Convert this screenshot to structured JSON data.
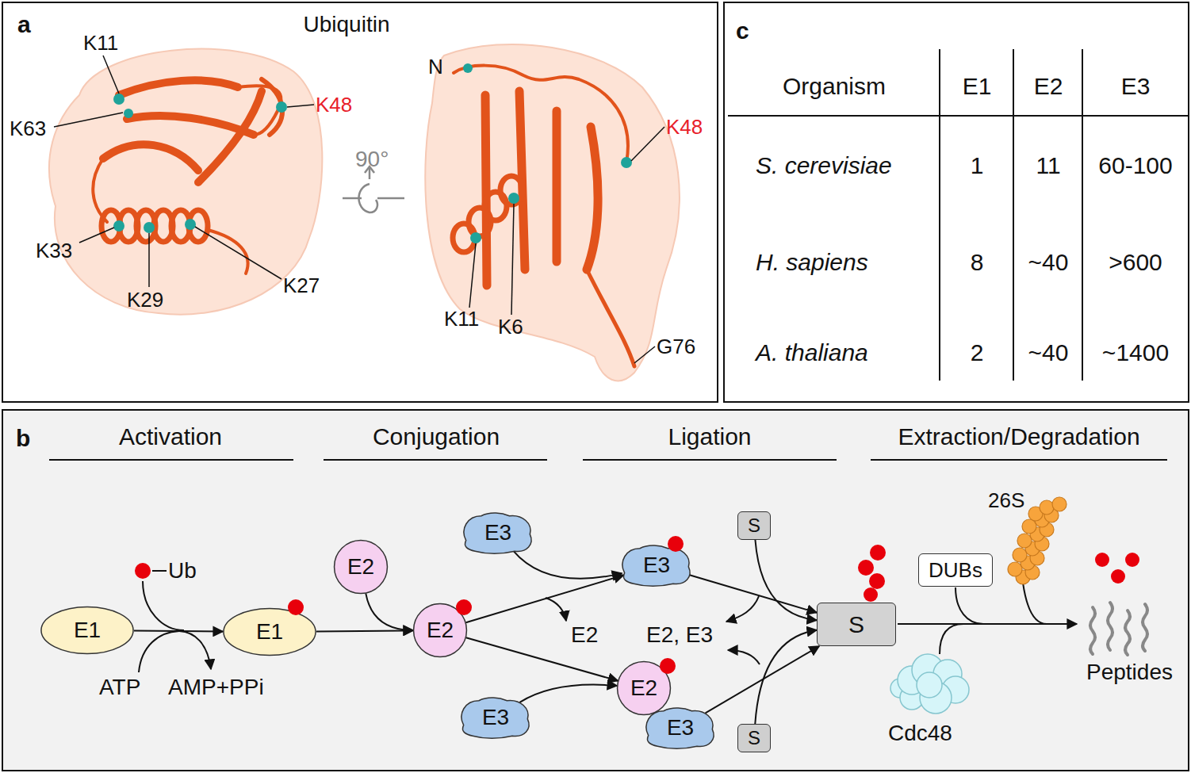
{
  "diagram": {
    "nodes": [
      {
        "text": [
          "a",
          "Ubiquitin"
        ]
      },
      {
        "text": [
          "c"
        ]
      },
      {
        "text": [
          "b"
        ]
      },
      {
        "text": [
          "E1"
        ],
        "in": 2
      },
      {
        "text": [
          "E1"
        ],
        "in": 2
      },
      {
        "text": [
          "E2"
        ],
        "in": 2
      },
      {
        "text": [
          "E2"
        ],
        "in": 2
      },
      {
        "text": [
          "E3"
        ],
        "in": 2
      },
      {
        "text": [
          "E3"
        ],
        "in": 2
      },
      {
        "text": [
          "E3"
        ],
        "in": 2
      },
      {
        "text": [
          "E2"
        ],
        "in": 2
      },
      {
        "text": [
          "E3"
        ],
        "in": 2
      },
      {
        "text": [
          "S"
        ],
        "in": 2
      },
      {
        "text": [
          "S"
        ],
        "in": 2
      },
      {
        "text": [
          "S"
        ],
        "in": 2
      },
      {
        "text": [
          "DUBs"
        ],
        "in": 2
      }
    ],
    "edges": [
      {
        "from": 3,
        "to": 4,
        "arrow": "to"
      },
      {
        "from": 4,
        "to": 6,
        "arrow": "to"
      },
      {
        "from": 5,
        "to": 6,
        "arrow": "to"
      },
      {
        "from": 6,
        "to": 9,
        "arrow": "to"
      },
      {
        "from": 7,
        "to": 9,
        "arrow": "to"
      },
      {
        "from": 6,
        "to": 10,
        "arrow": "to"
      },
      {
        "from": 8,
        "to": 10,
        "arrow": "to"
      },
      {
        "from": 9,
        "to": 14,
        "arrow": "to"
      },
      {
        "from": 12,
        "to": 14,
        "arrow": "to"
      },
      {
        "from": 11,
        "to": 14,
        "arrow": "to"
      },
      {
        "from": 13,
        "to": 14,
        "arrow": "to"
      }
    ],
    "labels": [
      "K11",
      "K63",
      "K48",
      "K33",
      "K29",
      "K27",
      "90°",
      "N",
      "K48",
      "K11",
      "K6",
      "G76",
      "Organism",
      "E1",
      "E2",
      "E3",
      "S. cerevisiae",
      "1",
      "11",
      "60-100",
      "H. sapiens",
      "8",
      "~40",
      ">600",
      "A. thaliana",
      "2",
      "~40",
      "~1400",
      "Activation",
      "Conjugation",
      "Ligation",
      "Extraction/Degradation",
      "Ub",
      "ATP",
      "AMP+PPi",
      "E2",
      "E2, E3",
      "26S",
      "Cdc48",
      "Peptides"
    ]
  }
}
